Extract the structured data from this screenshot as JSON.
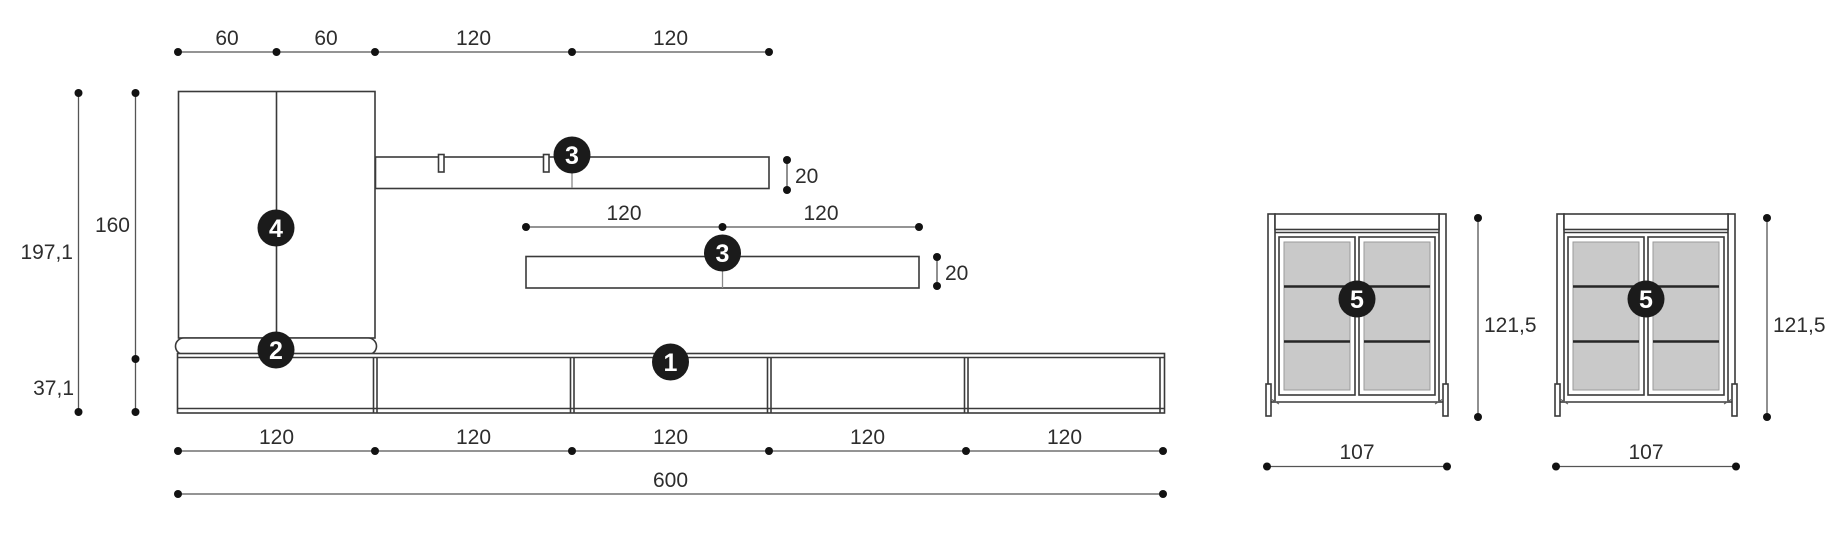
{
  "wall_unit": {
    "badges": {
      "bench": "1",
      "ledge": "2",
      "shelf": "3",
      "cabinet": "4"
    },
    "top_dims": [
      "60",
      "60",
      "120",
      "120"
    ],
    "height_total": "197,1",
    "height_upper": "160",
    "height_base": "37,1",
    "shelf_upper_thickness": "20",
    "mid_dims": [
      "120",
      "120"
    ],
    "shelf_lower_thickness": "20",
    "base_dims": [
      "120",
      "120",
      "120",
      "120",
      "120"
    ],
    "total_width": "600"
  },
  "display_cabinets": [
    {
      "badge": "5",
      "height": "121,5",
      "width": "107"
    },
    {
      "badge": "5",
      "height": "121,5",
      "width": "107"
    }
  ],
  "colors": {
    "glass": "#c9c9c9",
    "badge": "#1b1b1b",
    "outline": "#3a3a3a",
    "dimension": "#555555"
  }
}
